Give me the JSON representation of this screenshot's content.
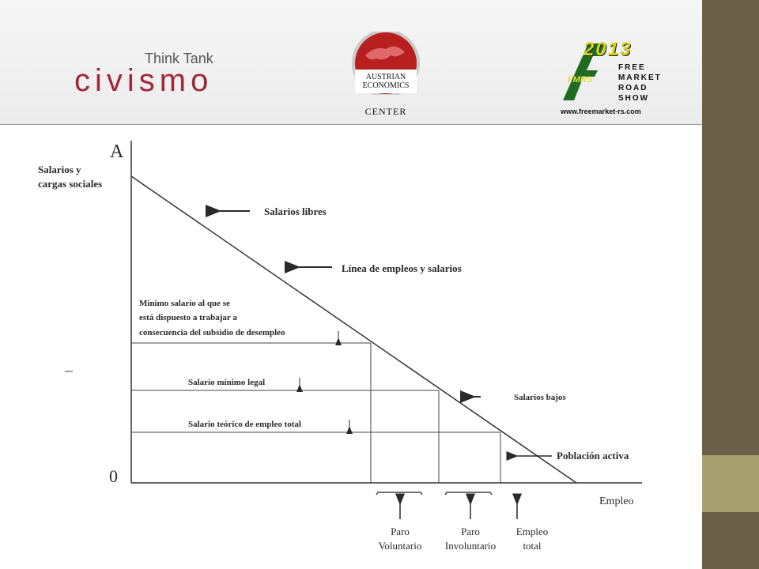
{
  "header": {
    "brand_tagline": "Think Tank",
    "brand_name": "civismo",
    "aec_logo": {
      "line1": "AUSTRIAN",
      "line2": "ECONOMICS",
      "line3": "CENTER"
    },
    "fmrs_logo": {
      "year": "2013",
      "mark": "FMRS",
      "lines": [
        "FREE",
        "MARKET",
        "ROAD",
        "SHOW"
      ],
      "url": "www.freemarket-rs.com"
    }
  },
  "diagram": {
    "axis_top": "A",
    "origin": "0",
    "y_label_line1": "Salarios y",
    "y_label_line2": "cargas sociales",
    "x_label": "Empleo",
    "labels": {
      "salarios_libres": "Salarios libres",
      "linea": "Línea de empleos y salarios",
      "minimo_1": "Mínimo salario al que se",
      "minimo_2": "está dispuesto a trabajar a",
      "minimo_3": "consecuencia del subsidio de desempleo",
      "salario_minimo_legal": "Salario mínimo legal",
      "salarios_bajos": "Salarios bajos",
      "salario_teorico": "Salario teórico de empleo total",
      "poblacion_activa": "Población activa",
      "paro_voluntario_1": "Paro",
      "paro_voluntario_2": "Voluntario",
      "paro_involuntario_1": "Paro",
      "paro_involuntario_2": "Involuntario",
      "empleo_total_1": "Empleo",
      "empleo_total_2": "total"
    }
  },
  "colors": {
    "side_dark": "#6b6048",
    "side_light": "#a8a070",
    "brand_red": "#a0283a"
  }
}
